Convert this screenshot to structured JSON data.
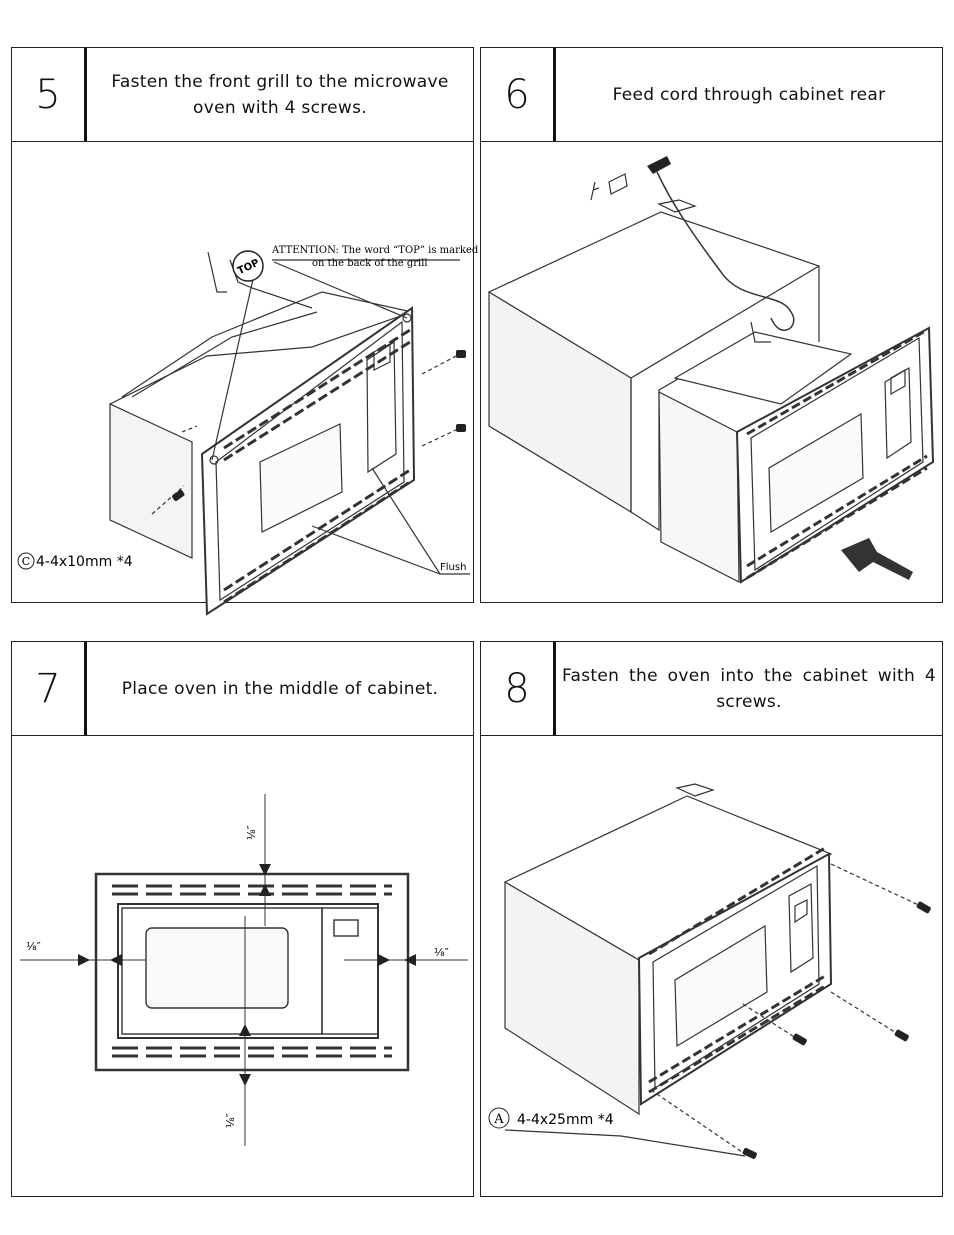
{
  "steps": [
    {
      "number": "5",
      "instruction": "Fasten the front grill to the microwave oven with 4 screws.",
      "attention_line1": "ATTENTION: The word “TOP” is marked",
      "attention_line2": "on the back of the grill",
      "top_badge": "TOP",
      "flush_label": "Flush",
      "screw_callout_symbol": "C",
      "screw_callout": "4-4x10mm *4"
    },
    {
      "number": "6",
      "instruction": "Feed cord through cabinet rear"
    },
    {
      "number": "7",
      "instruction": "Place oven in the middle of cabinet.",
      "gap_top": "⅛″",
      "gap_bottom": "⅛″",
      "gap_left": "⅛″",
      "gap_right": "⅛″"
    },
    {
      "number": "8",
      "instruction": "Fasten the oven into the cabinet with 4 screws.",
      "screw_callout_symbol": "A",
      "screw_callout": "4-4x25mm *4"
    }
  ]
}
